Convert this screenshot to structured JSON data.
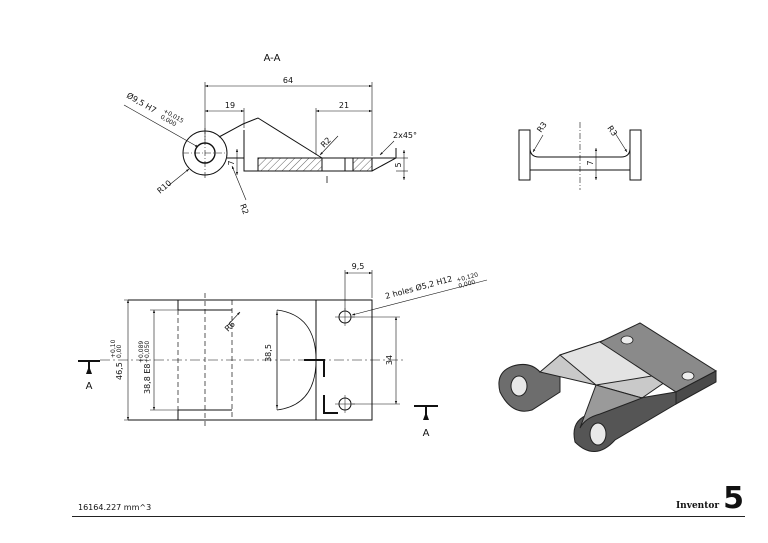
{
  "section": {
    "title": "A-A",
    "dims": {
      "overall": "64",
      "left": "19",
      "right": "21",
      "bore": "Ø9,5 H7",
      "bore_tol_upper": "+0,015",
      "bore_tol_lower": "0,000",
      "r_outer": "R10",
      "r_small_a": "R2",
      "r_small_b": "R2",
      "chamfer": "2x45°",
      "thick_left": "7",
      "thick_right": "5"
    }
  },
  "side_view": {
    "r_left": "R3",
    "r_right": "R3",
    "thick": "7"
  },
  "plan": {
    "dims": {
      "top": "9,5",
      "holes": "2 holes Ø5,2 H12",
      "holes_tol_upper": "+0,120",
      "holes_tol_lower": "0,000",
      "outer_height": "46,5",
      "outer_tol_upper": "+0,10",
      "outer_tol_lower": "0,00",
      "inner_height": "38,8 E8",
      "inner_tol_upper": "+0,089",
      "inner_tol_lower": "+0,050",
      "slot": "38,5",
      "radius": "R6",
      "pitch": "34"
    },
    "section_marker_left": "A",
    "section_marker_right": "A"
  },
  "footer": {
    "volume": "16164.227 mm^3",
    "brand": "Inventor",
    "number": "5"
  }
}
